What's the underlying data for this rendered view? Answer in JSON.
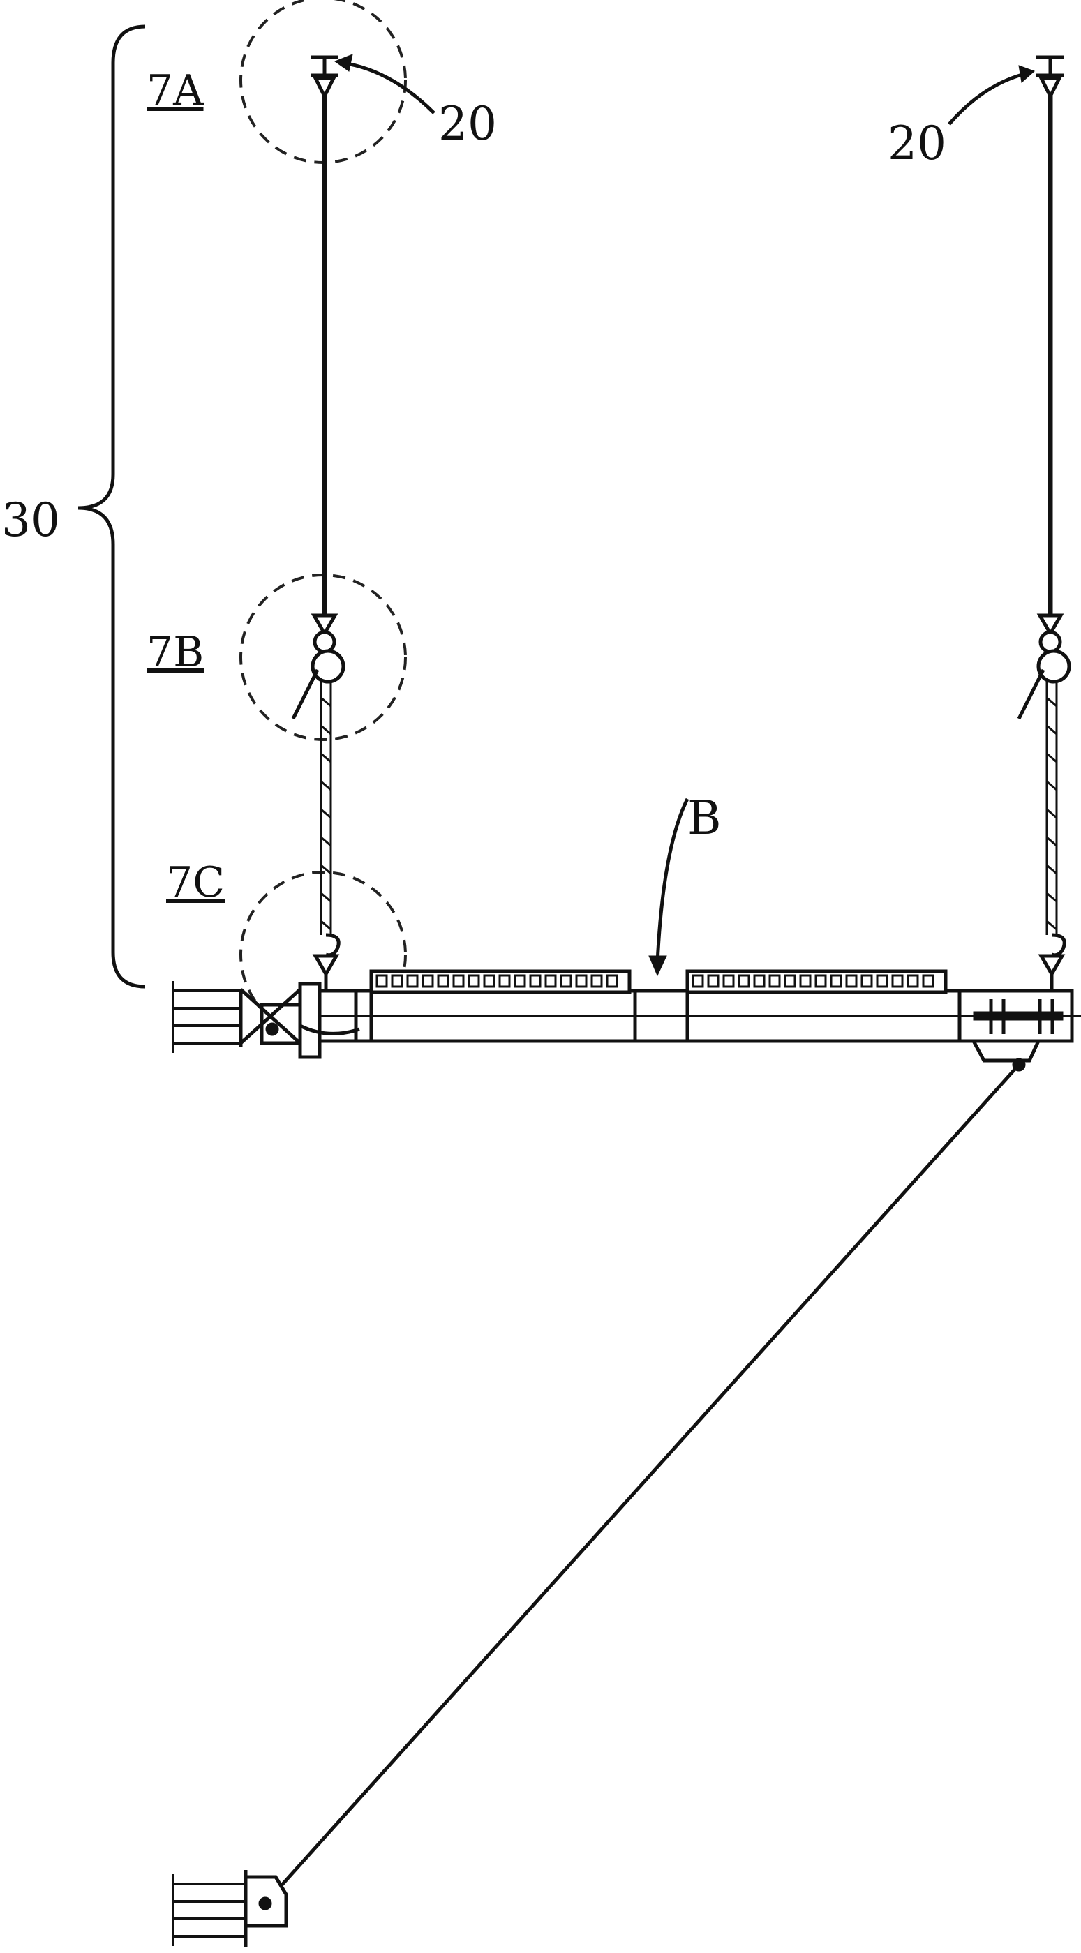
{
  "labels": {
    "ref_30": "30",
    "detail_a": "7A",
    "detail_b": "7B",
    "detail_c": "7C",
    "ref_20_left": "20",
    "ref_20_right": "20",
    "ref_b": "B"
  }
}
